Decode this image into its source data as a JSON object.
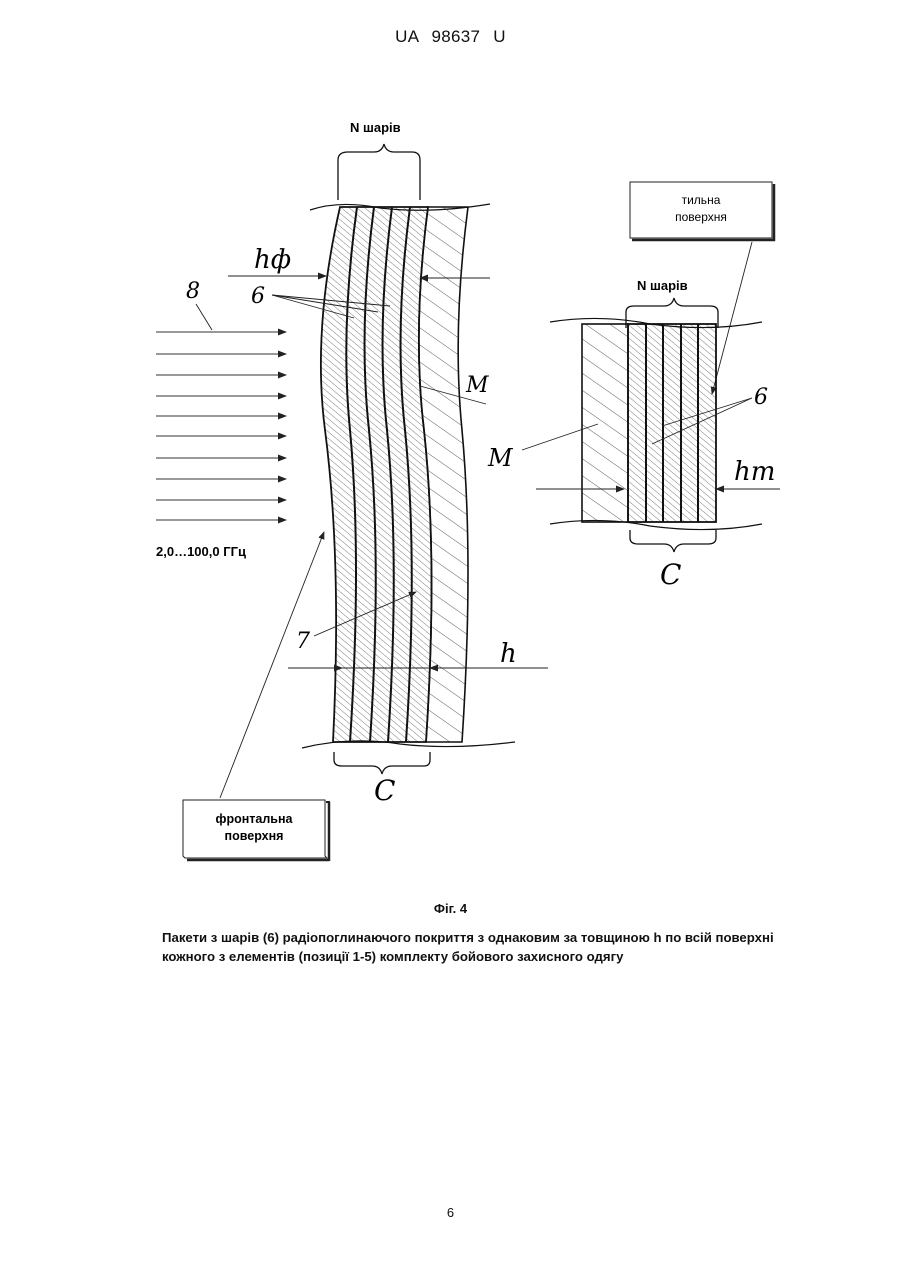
{
  "header": {
    "doc_id": "UA   98637   U"
  },
  "figure": {
    "left": {
      "n_layers": "N шарів",
      "h_front": "hф",
      "ref_6": "6",
      "ref_8": "8",
      "ref_M": "M",
      "ref_7": "7",
      "ref_h": "h",
      "ref_C": "C",
      "freq": "2,0…100,0 ГГц",
      "front_box": [
        "фронтальна",
        "поверхня"
      ]
    },
    "right": {
      "n_layers": "N шарів",
      "back_box": [
        "тильна",
        "поверхня"
      ],
      "ref_6": "6",
      "ref_M": "M",
      "h_back": "hт",
      "ref_C": "C"
    }
  },
  "figure_label": "Фіг. 4",
  "caption": "Пакети з шарів (6) радіопоглинаючого покриття з однаковим за товщиною h по всій поверхні кожного з елементів (позиції 1-5) комплекту бойового захисного одягу",
  "page_number": "6"
}
